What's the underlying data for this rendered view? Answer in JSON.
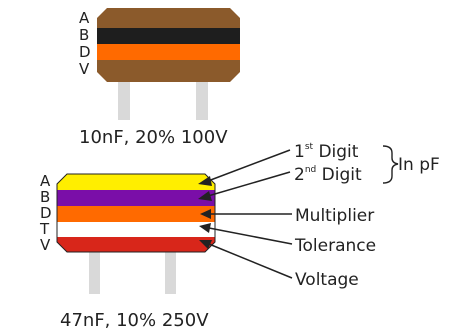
{
  "capacitor_top": {
    "band_letters": [
      "A",
      "B",
      "D",
      "V"
    ],
    "body_color": "#8b5a2b",
    "band_colors": [
      "#8b5a2b",
      "#1e1e1e",
      "#ff6a00",
      "#8b5a2b"
    ],
    "label": "10nF, 20% 100V"
  },
  "capacitor_bottom": {
    "band_letters": [
      "A",
      "B",
      "D",
      "T",
      "V"
    ],
    "band_colors": [
      "#ffee00",
      "#7a0ea8",
      "#ff6a00",
      "#ffffff",
      "#d8261a"
    ],
    "label": "47nF, 10% 250V"
  },
  "legend": {
    "first_digit": {
      "pre": "1",
      "sup": "st",
      "post": " Digit"
    },
    "second_digit": {
      "pre": "2",
      "sup": "nd",
      "post": " Digit"
    },
    "in_pf": "In pF",
    "multiplier": "Multiplier",
    "tolerance": "Tolerance",
    "voltage": "Voltage"
  },
  "colors": {
    "lead": "#d9d9d9",
    "outline": "#222222",
    "text": "#222222"
  }
}
